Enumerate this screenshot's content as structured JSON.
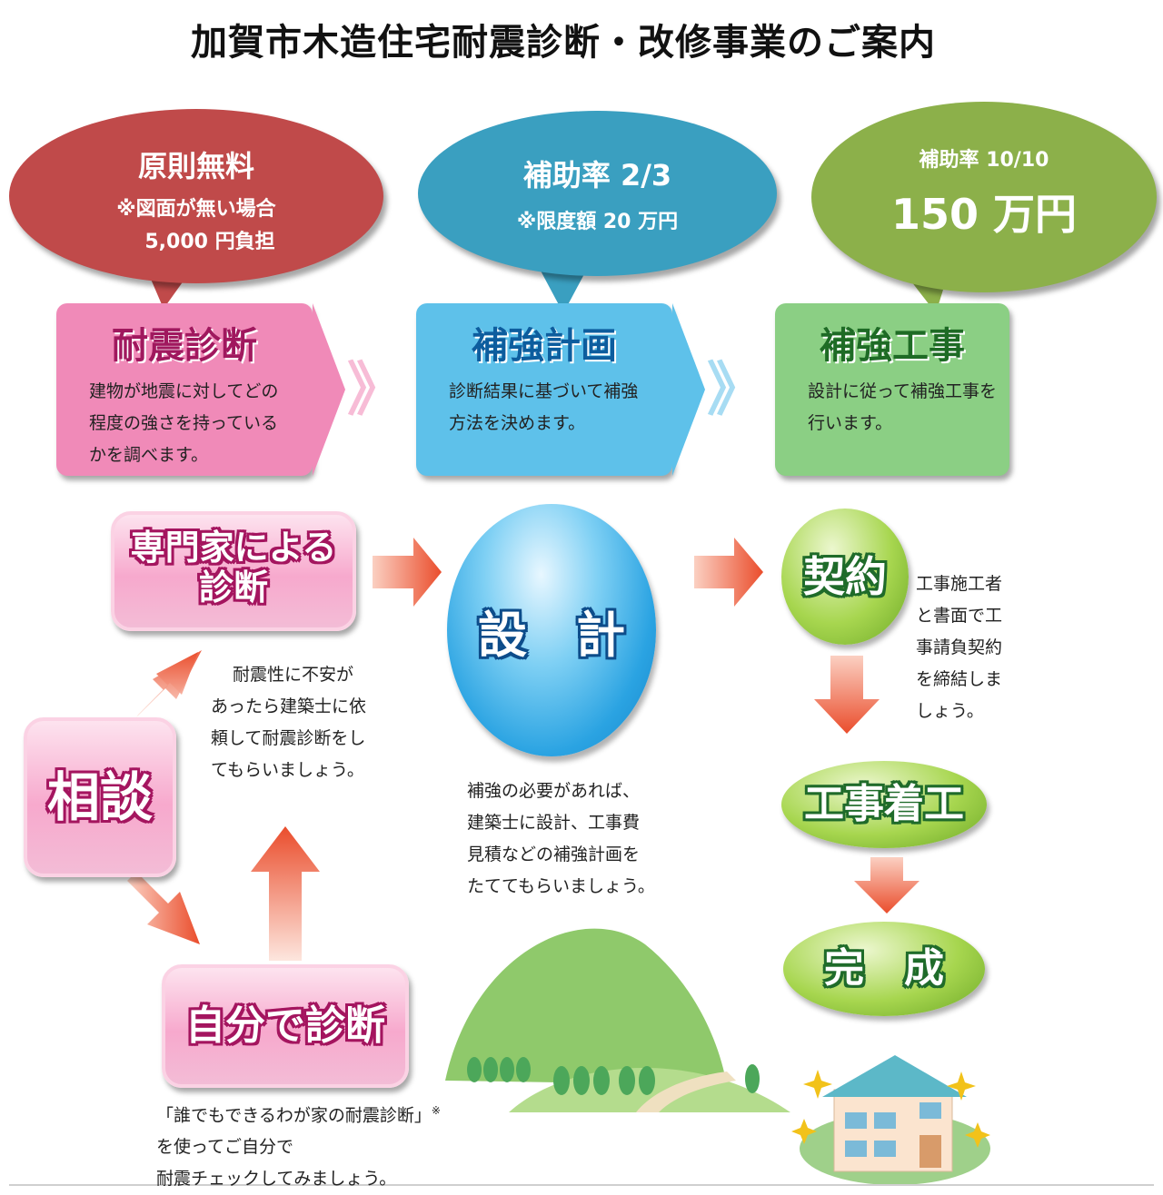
{
  "title": "加賀市木造住宅耐震診断・改修事業のご案内",
  "bubbles": {
    "diagnosis": {
      "line1": "原則無料",
      "line2": "※図面が無い場合",
      "line3": "5,000 円負担",
      "color": "#c04a4a"
    },
    "plan": {
      "line1": "補助率 2/3",
      "line2": "※限度額 20 万円",
      "color": "#3a9fc0"
    },
    "work": {
      "line1": "補助率 10/10",
      "line2": "150 万円",
      "color": "#8cb04a"
    }
  },
  "steps": {
    "diagnosis": {
      "heading": "耐震診断",
      "text": [
        "建物が地震に対してどの",
        "程度の強さを持っている",
        "かを調べます。"
      ],
      "color": "#f08ab8"
    },
    "plan": {
      "heading": "補強計画",
      "text": [
        "診断結果に基づいて補強",
        "方法を決めます。"
      ],
      "color": "#5ec1ea"
    },
    "work": {
      "heading": "補強工事",
      "text": [
        "設計に従って補強工事を",
        "行います。"
      ],
      "color": "#8bcf84"
    }
  },
  "chevron": "》",
  "flow": {
    "expert": {
      "line1": "専門家による",
      "line2": "診断"
    },
    "consult": "相談",
    "self": "自分で診断",
    "design": "設　計",
    "contract": "契約",
    "start": "工事着工",
    "complete": "完　成"
  },
  "texts": {
    "expert_note": [
      "耐震性に不安が",
      "あったら建築士に依",
      "頼して耐震診断をし",
      "てもらいましょう。"
    ],
    "design_note": [
      "補強の必要があれば、",
      "建築士に設計、工事費",
      "見積などの補強計画を",
      "たててもらいましょう。"
    ],
    "contract_note": [
      "工事施工者",
      "と書面で工",
      "事請負契約",
      "を締結しま",
      "しょう。"
    ],
    "self_note": [
      "「誰でもできるわが家の耐震診断」",
      "を使ってご自分で",
      "耐震チェックしてみましょう。"
    ],
    "self_note_mark": "※"
  }
}
